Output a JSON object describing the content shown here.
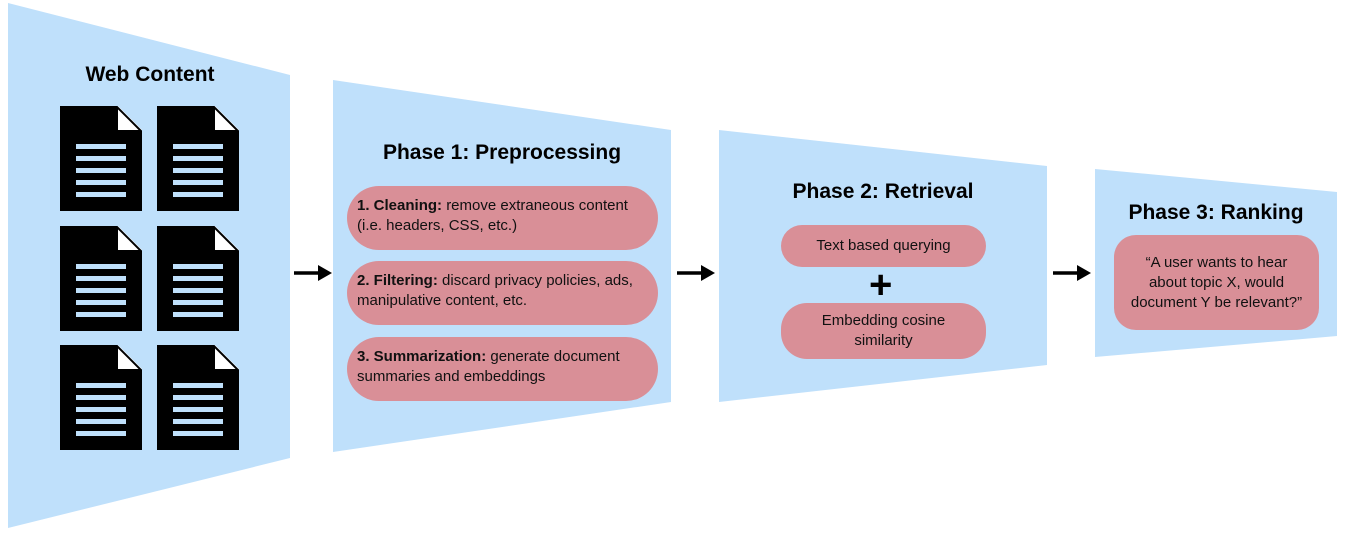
{
  "colors": {
    "panel": "#bfe0fb",
    "pill": "#d98f97",
    "doc": "#000000",
    "doc_lines": "#bfe0fb"
  },
  "web_content": {
    "title": "Web Content",
    "document_icon_count": 6
  },
  "phase1": {
    "title": "Phase 1: Preprocessing",
    "steps": [
      {
        "label": "1. Cleaning:",
        "text": "remove extraneous content (i.e. headers, CSS, etc.)"
      },
      {
        "label": "2. Filtering:",
        "text": "discard privacy policies, ads, manipulative content, etc."
      },
      {
        "label": "3. Summarization:",
        "text": "generate document summaries and embeddings"
      }
    ]
  },
  "phase2": {
    "title": "Phase 2: Retrieval",
    "methods": [
      "Text based querying",
      "Embedding cosine similarity"
    ],
    "combine_symbol": "+"
  },
  "phase3": {
    "title": "Phase 3: Ranking",
    "prompt": "“A user wants to hear about topic X, would document Y be relevant?”"
  },
  "icons": {
    "document": "document-icon",
    "arrow": "arrow-right-icon"
  }
}
